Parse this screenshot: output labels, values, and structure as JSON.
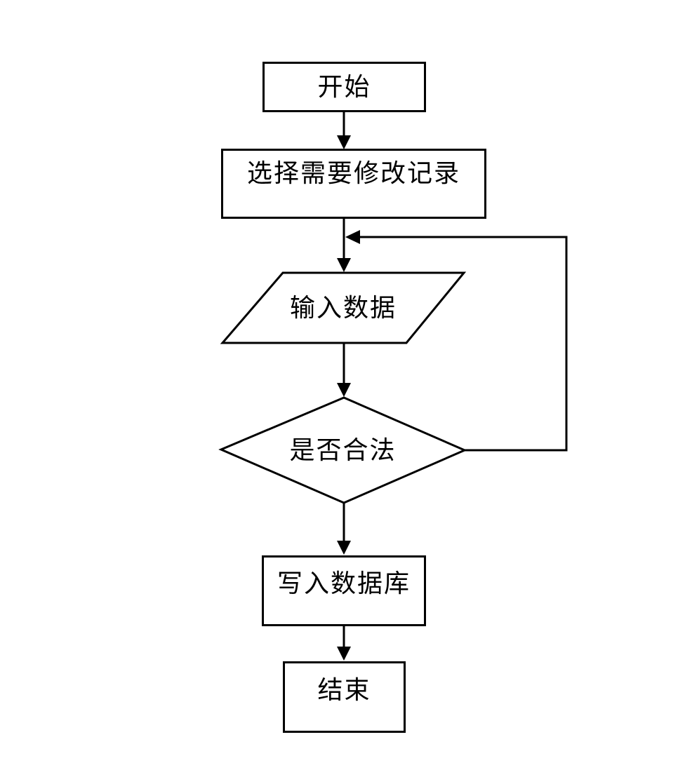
{
  "colors": {
    "background": "#ffffff",
    "line": "#000000",
    "text": "#000000",
    "node_fill": "#ffffff"
  },
  "flowchart": {
    "nodes": [
      {
        "id": "start",
        "shape": "rectangle",
        "label": "开始"
      },
      {
        "id": "select-record",
        "shape": "rectangle",
        "label": "选择需要修改记录"
      },
      {
        "id": "input-data",
        "shape": "parallelogram",
        "label": "输入数据"
      },
      {
        "id": "validity-check",
        "shape": "diamond",
        "label": "是否合法"
      },
      {
        "id": "write-database",
        "shape": "rectangle",
        "label": "写入数据库"
      },
      {
        "id": "end",
        "shape": "rectangle",
        "label": "结束"
      }
    ],
    "edges": [
      {
        "from": "start",
        "to": "select-record",
        "style": "arrow-down"
      },
      {
        "from": "select-record",
        "to": "input-data",
        "style": "arrow-down"
      },
      {
        "from": "input-data",
        "to": "validity-check",
        "style": "arrow-down"
      },
      {
        "from": "validity-check",
        "to": "write-database",
        "style": "arrow-down"
      },
      {
        "from": "validity-check",
        "to": "input-data",
        "style": "feedback-loop-right"
      },
      {
        "from": "write-database",
        "to": "end",
        "style": "arrow-down"
      }
    ]
  }
}
